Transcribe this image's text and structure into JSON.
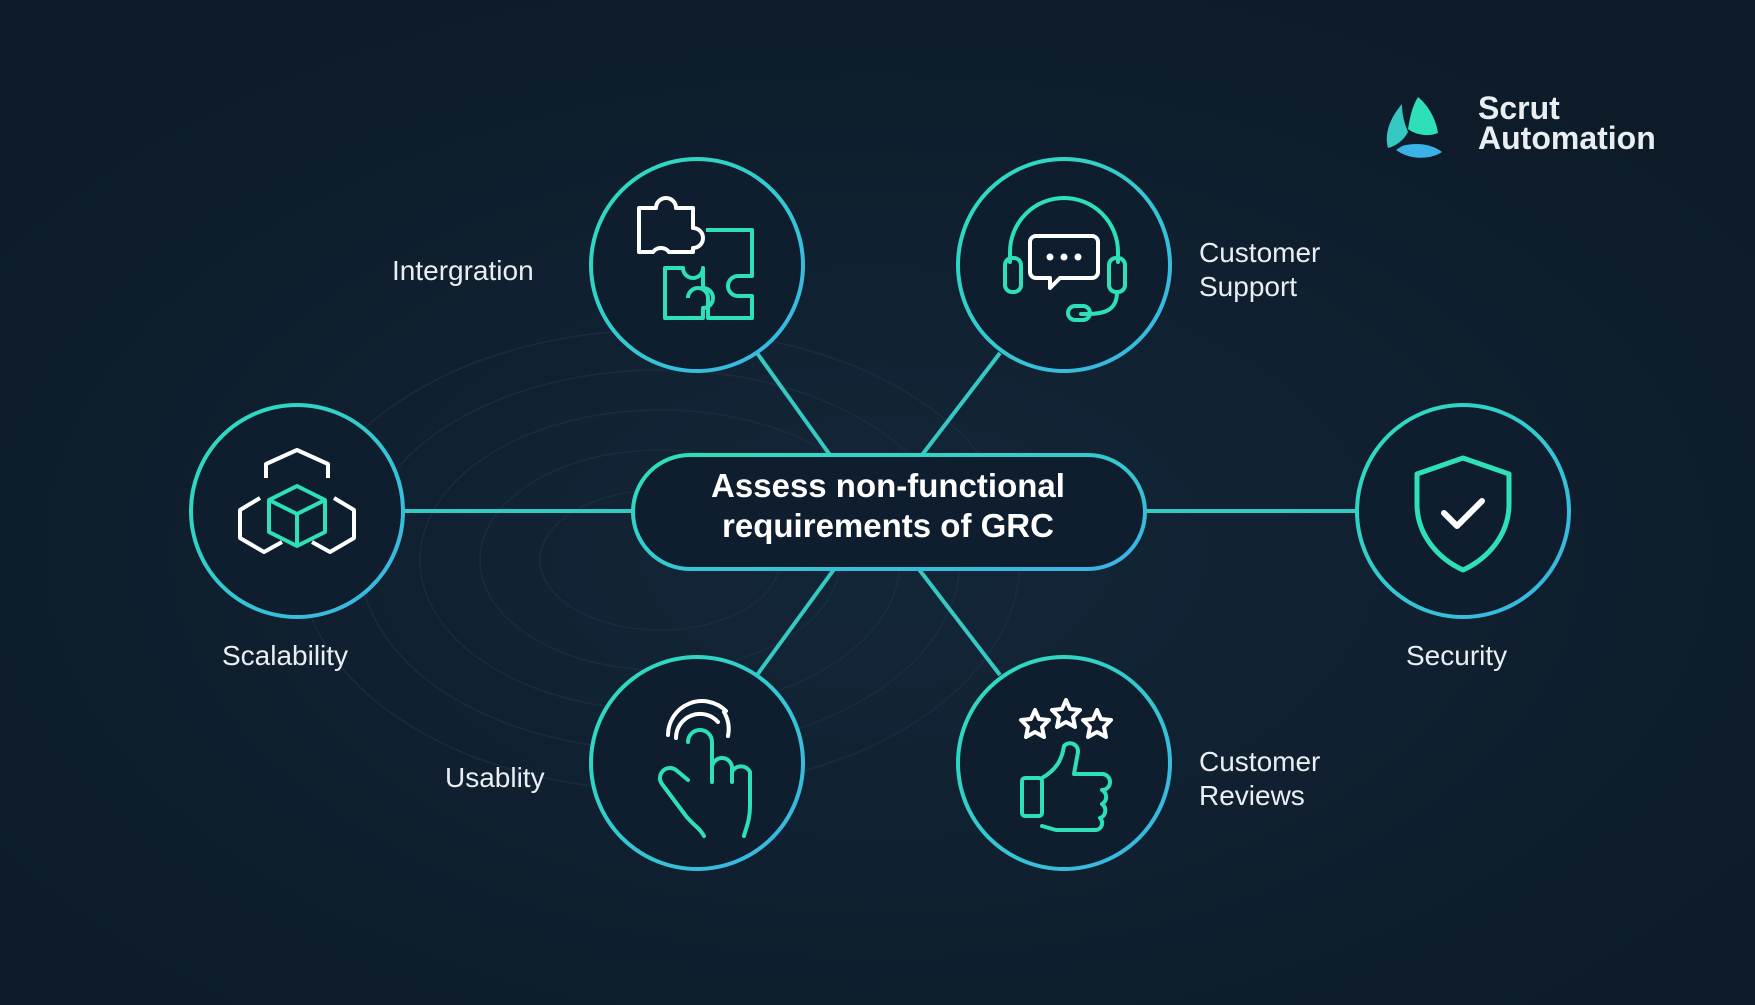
{
  "brand": {
    "line1": "Scrut",
    "line2": "Automation"
  },
  "center": {
    "line1": "Assess non-functional",
    "line2": "requirements of GRC"
  },
  "nodes": {
    "integration": {
      "label": "Intergration",
      "icon": "puzzle-icon"
    },
    "customer_support": {
      "label_line1": "Customer",
      "label_line2": "Support",
      "icon": "headset-chat-icon"
    },
    "scalability": {
      "label": "Scalability",
      "icon": "cubes-icon"
    },
    "security": {
      "label": "Security",
      "icon": "shield-check-icon"
    },
    "usability": {
      "label": "Usablity",
      "icon": "touch-hand-icon"
    },
    "customer_reviews": {
      "label_line1": "Customer",
      "label_line2": "Reviews",
      "icon": "thumbs-up-stars-icon"
    }
  },
  "colors": {
    "background": "#0f1e2e",
    "accent_teal": "#2de0b9",
    "accent_blue": "#3ab2e6",
    "text": "#e9eef3"
  }
}
